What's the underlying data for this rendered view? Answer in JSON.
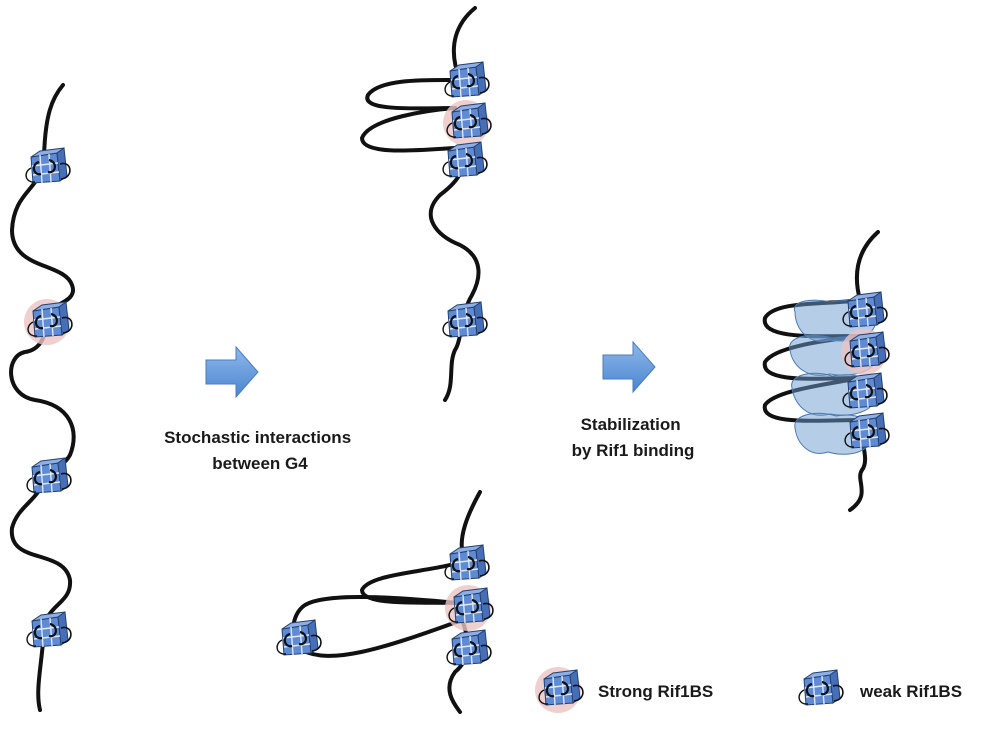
{
  "labels": {
    "step1": [
      "Stochastic interactions",
      "between G4"
    ],
    "step2": [
      "Stabilization",
      "by Rif1 binding"
    ]
  },
  "legend": {
    "strong": "Strong Rif1BS",
    "weak": "weak Rif1BS"
  },
  "colors": {
    "arrow": "#5b9bd5",
    "g4_tile": "#6f96d8",
    "strong_halo": "#e8b4b4",
    "rif1_protein": "#6c9bd0",
    "strand": "#111111"
  }
}
